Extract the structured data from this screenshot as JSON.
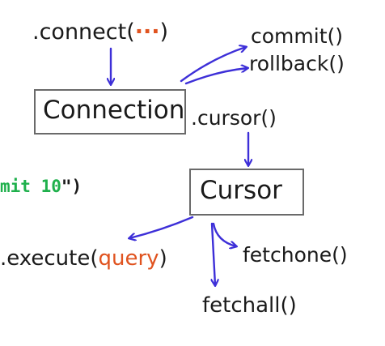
{
  "colors": {
    "ink": "#1a1a1a",
    "arrow": "#3d2fd8",
    "highlight": "#e0531f",
    "code_green": "#1fb04c",
    "box_border": "#6a6a6a"
  },
  "diagram": {
    "connect": {
      "prefix": ".connect(",
      "args": "···",
      "suffix": ")"
    },
    "connection_box": {
      "label": "Connection"
    },
    "cursor_call": {
      "label": ".cursor()"
    },
    "cursor_box": {
      "label": "Cursor"
    },
    "commit": {
      "label": "commit()"
    },
    "rollback": {
      "label": "rollback()"
    },
    "execute": {
      "prefix": ".execute(",
      "arg": "query",
      "suffix": ")"
    },
    "fetchone": {
      "label": "fetchone()"
    },
    "fetchall": {
      "label": "fetchall()"
    },
    "code_fragment": {
      "green": "mit 10",
      "quote": "\")"
    }
  }
}
